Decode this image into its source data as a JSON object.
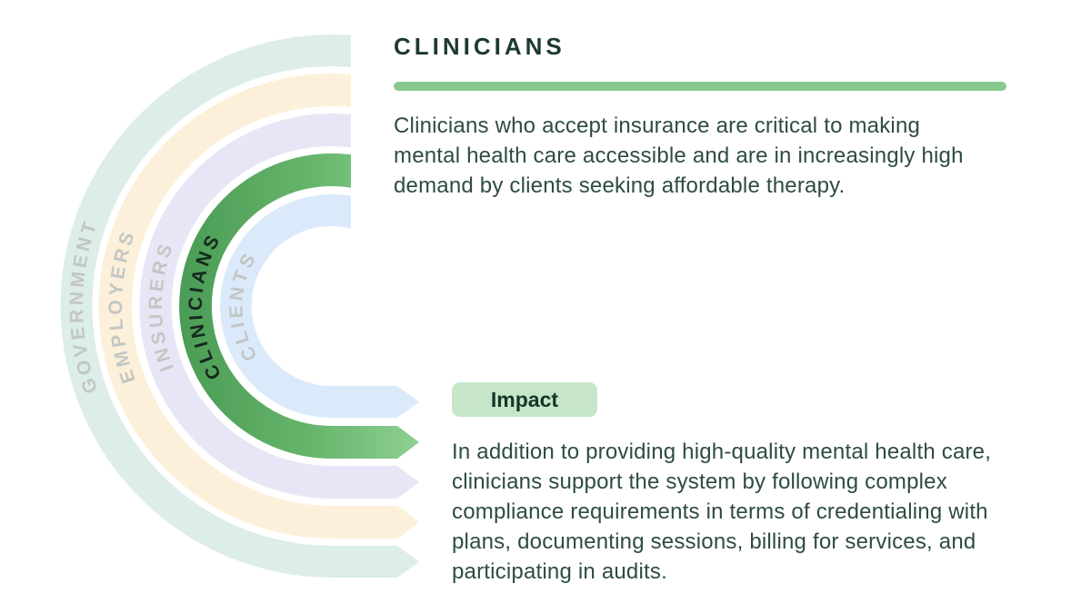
{
  "diagram": {
    "rings": [
      {
        "id": "government",
        "label": "GOVERNMENT",
        "color": "#dcedea",
        "selected": false
      },
      {
        "id": "employers",
        "label": "EMPLOYERS",
        "color": "#fcf0da",
        "selected": false
      },
      {
        "id": "insurers",
        "label": "INSURERS",
        "color": "#e7e6f6",
        "selected": false
      },
      {
        "id": "clinicians",
        "label": "CLINICIANS",
        "gradient": [
          "#4a9b55",
          "#66b56b",
          "#8ed092"
        ],
        "selected": true
      },
      {
        "id": "clients",
        "label": "CLIENTS",
        "color": "#dbeafb",
        "selected": false
      }
    ],
    "label_color": "#c3c6c4",
    "selected_label_color": "#15291d"
  },
  "panel": {
    "title": "CLINICIANS",
    "description_lines": [
      "Clinicians who accept insurance are critical to making",
      "mental health care accessible and are in increasingly high",
      "demand by clients seeking affordable therapy."
    ],
    "impact_label": "Impact",
    "impact_lines": [
      "In addition to providing high-quality mental health care,",
      "clinicians support the system by following complex",
      "compliance requirements in terms of credentialing with",
      "plans, documenting sessions, billing for services, and",
      "participating in audits."
    ]
  },
  "colors": {
    "background": "#ffffff",
    "title_text": "#1d3a2f",
    "body_text": "#2e4c40",
    "accent_bar": "#87c98c",
    "badge_background": "#c7e6c9",
    "badge_text": "#163628"
  }
}
